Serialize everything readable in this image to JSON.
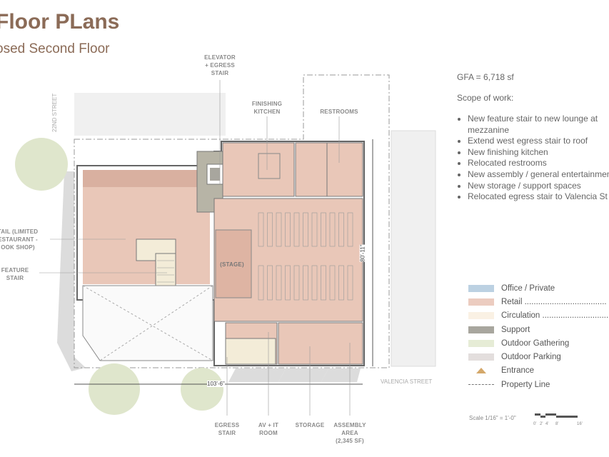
{
  "header": {
    "title": "Floor PLans",
    "subtitle": "osed Second Floor"
  },
  "plan": {
    "labels": {
      "elevator": "ELEVATOR\n+ EGRESS\nSTAIR",
      "kitchen": "FINISHING\nKITCHEN",
      "restrooms": "RESTROOMS",
      "retail": "TAIL (LIMITED\nESTAURANT -\nOOK SHOP)",
      "feature_stair": "FEATURE\nSTAIR",
      "stage": "(STAGE)",
      "egress_stair": "EGRESS\nSTAIR",
      "av": "AV + IT\nROOM",
      "storage": "STORAGE",
      "assembly": "ASSEMBLY\nAREA\n(2,345 SF)"
    },
    "streets": {
      "north": "22ND STREET",
      "east": "VALENCIA STREET"
    },
    "dimensions": {
      "width": "103'-6\"",
      "depth": "80'-11\""
    },
    "colors": {
      "retail": "#e9c7b8",
      "retail_dark": "#d6aa98",
      "support": "#b7b4a6",
      "circulation": "#f3ecd8",
      "tree": "#dfe6cc",
      "shadow": "#dcdcdc"
    }
  },
  "summary": {
    "gfa": "GFA = 6,718 sf",
    "scope_heading": "Scope of work:",
    "scope_items": [
      "New feature stair to new lounge at mezzanine",
      "Extend west egress stair to roof",
      "New finishing kitchen",
      "Relocated restrooms",
      "New assembly / general entertainment",
      "New storage / support spaces",
      "Relocated egress stair to Valencia St"
    ]
  },
  "legend": {
    "items": [
      {
        "label": "Office / Private",
        "color": "#bcd1e2"
      },
      {
        "label": "Retail ....................................",
        "color": "#ecccc0"
      },
      {
        "label": "Circulation ..................................",
        "color": "#faf1e4"
      },
      {
        "label": "Support",
        "color": "#a8a69e"
      },
      {
        "label": "Outdoor Gathering",
        "color": "#e6ecd6"
      },
      {
        "label": "Outdoor Parking",
        "color": "#e3dedd"
      },
      {
        "label": "Entrance",
        "icon": "triangle-icon",
        "color": "#d4a86a"
      },
      {
        "label": "Property Line",
        "icon": "dash-line-icon"
      }
    ]
  },
  "scale": {
    "text": "Scale 1/16\" = 1'-0\"",
    "ticks": [
      "0'",
      "2'",
      "4'",
      "8'",
      "16'"
    ]
  }
}
